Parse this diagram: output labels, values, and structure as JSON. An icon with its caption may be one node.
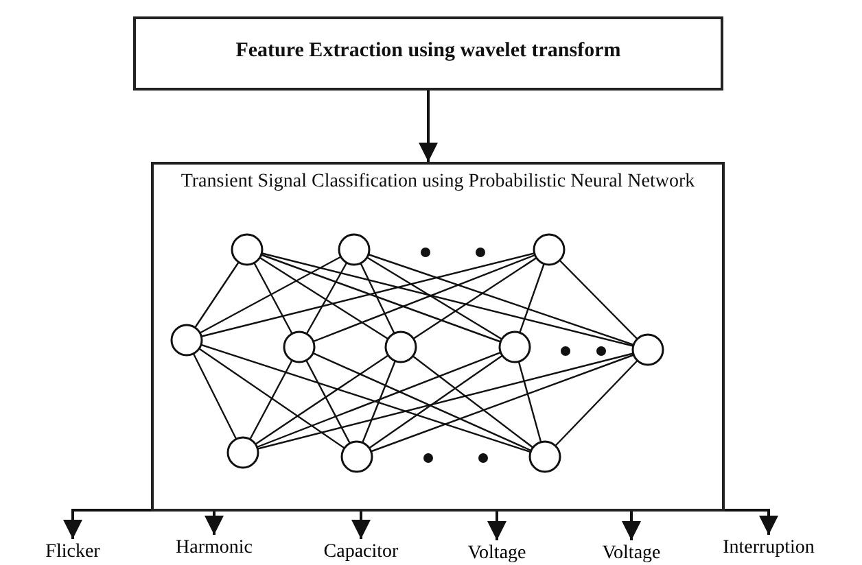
{
  "diagram": {
    "nodes": [
      {
        "text": [
          "Feature Extraction using wavelet transform"
        ]
      },
      {
        "text": [
          "Transient Signal Classification using Probabilistic Neural Network"
        ]
      },
      {
        "text": [
          "Flicker"
        ]
      },
      {
        "text": [
          "Harmonic"
        ]
      },
      {
        "text": [
          "Capacitor"
        ]
      },
      {
        "text": [
          "Voltage"
        ]
      },
      {
        "text": [
          "Voltage"
        ]
      },
      {
        "text": [
          "Interruption"
        ]
      }
    ],
    "edges": [
      {
        "from": 0,
        "to": 1,
        "arrow": "to"
      },
      {
        "from": 1,
        "to": 2,
        "arrow": "to"
      },
      {
        "from": 1,
        "to": 3,
        "arrow": "to"
      },
      {
        "from": 1,
        "to": 4,
        "arrow": "to"
      },
      {
        "from": 1,
        "to": 5,
        "arrow": "to"
      },
      {
        "from": 1,
        "to": 6,
        "arrow": "to"
      },
      {
        "from": 1,
        "to": 7,
        "arrow": "to"
      }
    ]
  }
}
